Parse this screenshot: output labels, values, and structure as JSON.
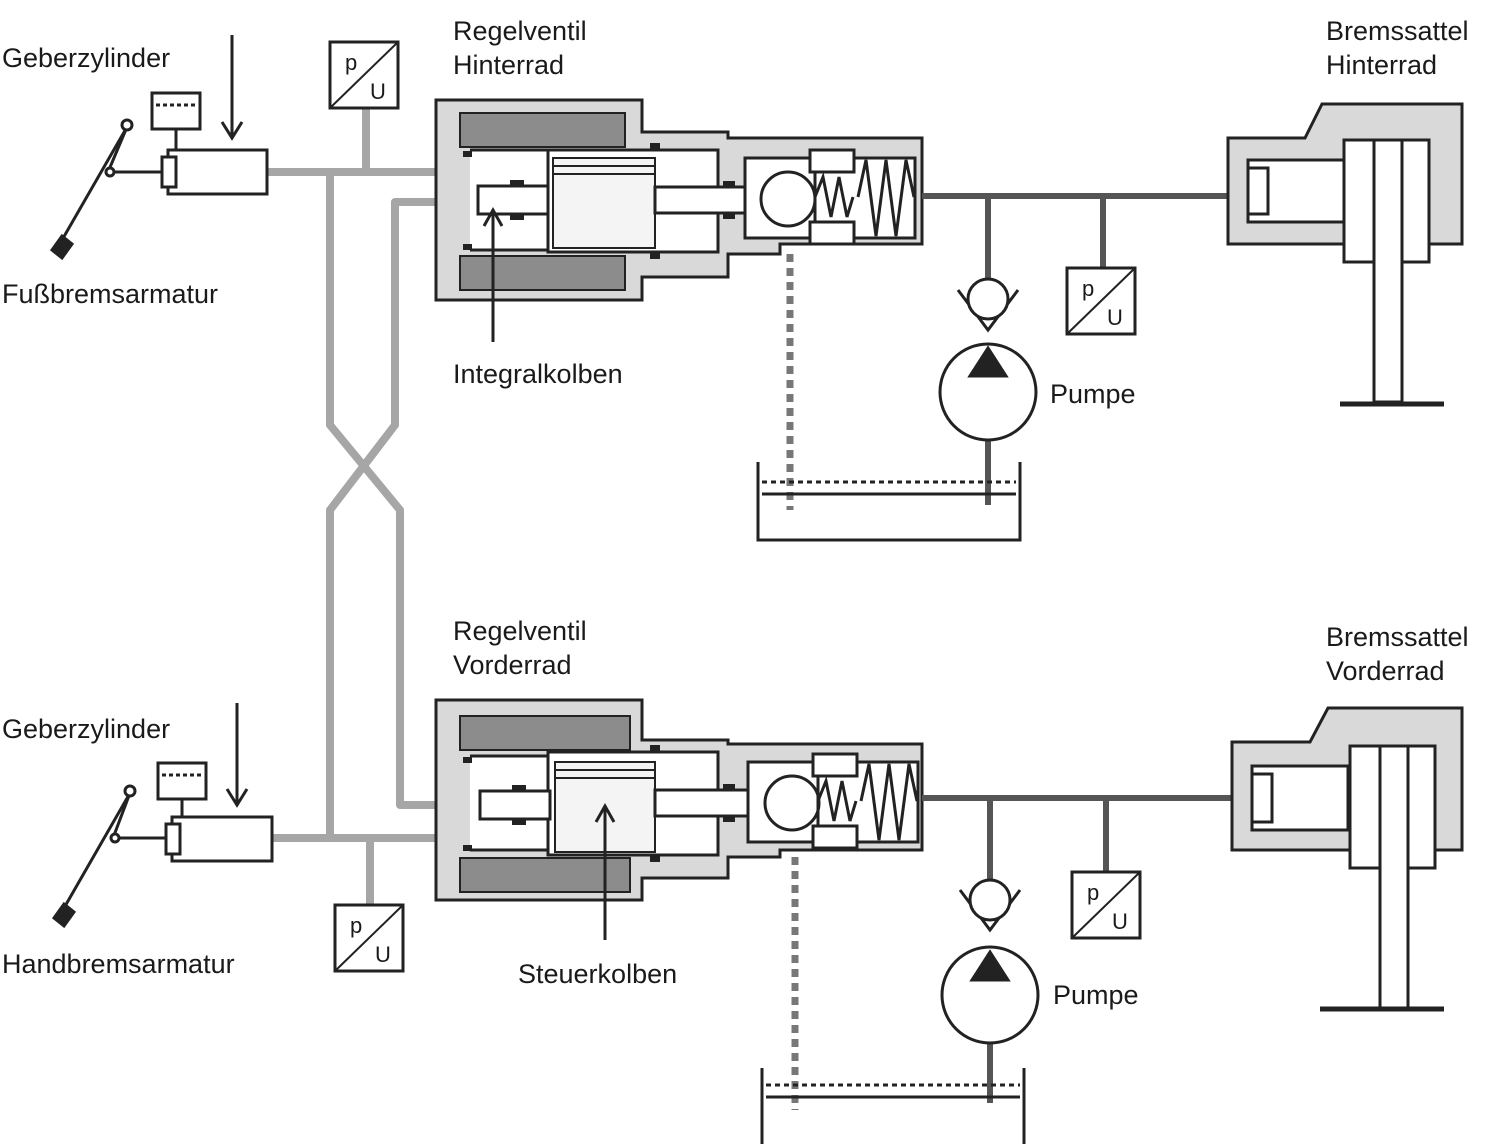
{
  "labels": {
    "geberzylinder_top": "Geberzylinder",
    "fussbremsarmatur": "Fußbremsarmatur",
    "regelventil_hinterrad_1": "Regelventil",
    "regelventil_hinterrad_2": "Hinterrad",
    "integralkolben": "Integralkolben",
    "bremssattel_hinterrad_1": "Bremssattel",
    "bremssattel_hinterrad_2": "Hinterrad",
    "pumpe_top": "Pumpe",
    "geberzylinder_bottom": "Geberzylinder",
    "handbremsarmatur": "Handbremsarmatur",
    "regelventil_vorderrad_1": "Regelventil",
    "regelventil_vorderrad_2": "Vorderrad",
    "steuerkolben": "Steuerkolben",
    "bremssattel_vorderrad_1": "Bremssattel",
    "bremssattel_vorderrad_2": "Vorderrad",
    "pumpe_bottom": "Pumpe"
  },
  "sensor_symbol": {
    "p": "p",
    "u": "U"
  },
  "colors": {
    "line_dark": "#222222",
    "pipe_gray": "#a6a6a6",
    "housing_gray": "#d9d9d9",
    "block_gray": "#8c8c8c",
    "hydraulic_dark": "#555555"
  }
}
